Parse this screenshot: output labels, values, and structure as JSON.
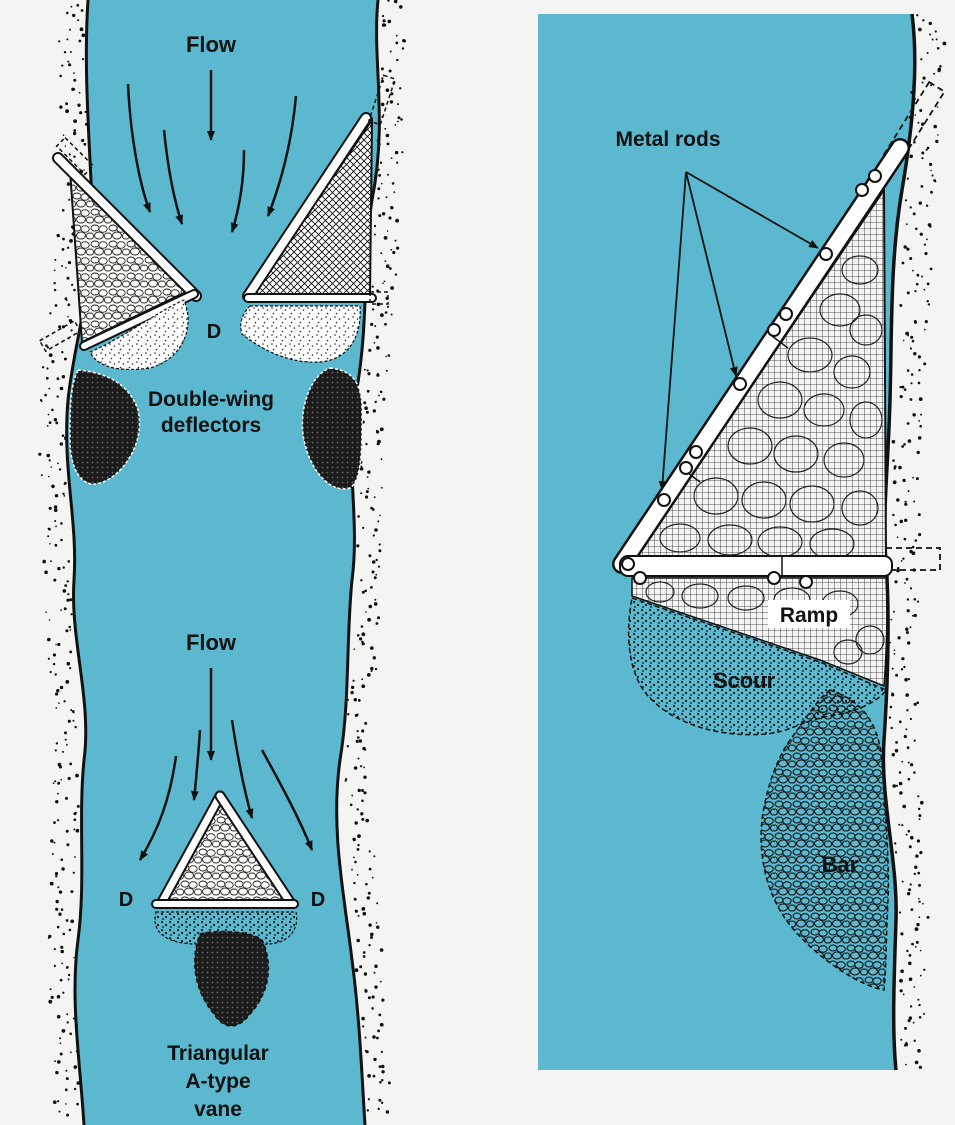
{
  "colors": {
    "water": "#5bb8cf",
    "bank_ink": "#111111",
    "paper": "#f4f4f2",
    "rock_fill": "#f7f7f2",
    "deposit": "#1a1a1a"
  },
  "left_panel": {
    "top_structure": {
      "flow_label": "Flow",
      "deflection_mark": "D",
      "name_line1": "Double-wing",
      "name_line2": "deflectors"
    },
    "bottom_structure": {
      "flow_label": "Flow",
      "deflection_mark_left": "D",
      "deflection_mark_right": "D",
      "name_line1": "Triangular",
      "name_line2": "A-type",
      "name_line3": "vane"
    }
  },
  "right_panel": {
    "rods_label": "Metal rods",
    "ramp_label": "Ramp",
    "scour_label": "Scour",
    "bar_label": "Bar"
  }
}
